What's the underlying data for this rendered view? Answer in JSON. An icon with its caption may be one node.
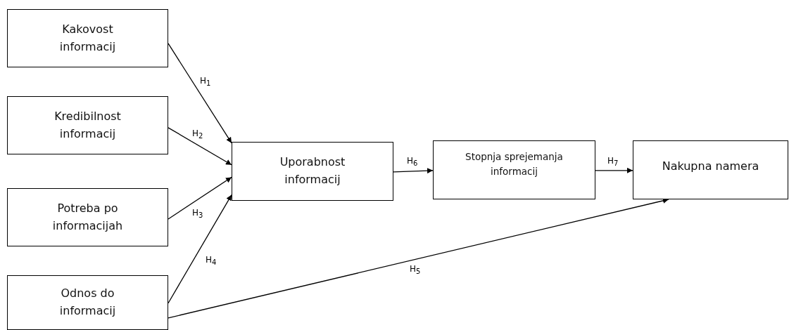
{
  "diagram": {
    "nodes": [
      {
        "text": [
          "Kakovost informacij"
        ]
      },
      {
        "text": [
          "Kredibilnost informacij"
        ]
      },
      {
        "text": [
          "Potreba po informacijah"
        ]
      },
      {
        "text": [
          "Odnos do informacij"
        ]
      },
      {
        "text": [
          "Uporabnost informacij"
        ]
      },
      {
        "text": [
          "Stopnja sprejemanja informacij"
        ]
      },
      {
        "text": [
          "Nakupna namera"
        ]
      }
    ],
    "edges": [
      {
        "from": 0,
        "to": 4,
        "arrow": "to",
        "label": "H$_{1}$"
      },
      {
        "from": 1,
        "to": 4,
        "arrow": "to",
        "label": "H$_{2}$"
      },
      {
        "from": 2,
        "to": 4,
        "arrow": "to",
        "label": "H$_{3}$"
      },
      {
        "from": 3,
        "to": 4,
        "arrow": "to",
        "label": "H$_{4}$"
      },
      {
        "from": 3,
        "to": 6,
        "arrow": "to",
        "label": "H$_{5}$"
      },
      {
        "from": 4,
        "to": 5,
        "arrow": "to",
        "label": "H$_{6}$"
      },
      {
        "from": 5,
        "to": 6,
        "arrow": "to",
        "label": "H$_{7}$"
      }
    ]
  }
}
